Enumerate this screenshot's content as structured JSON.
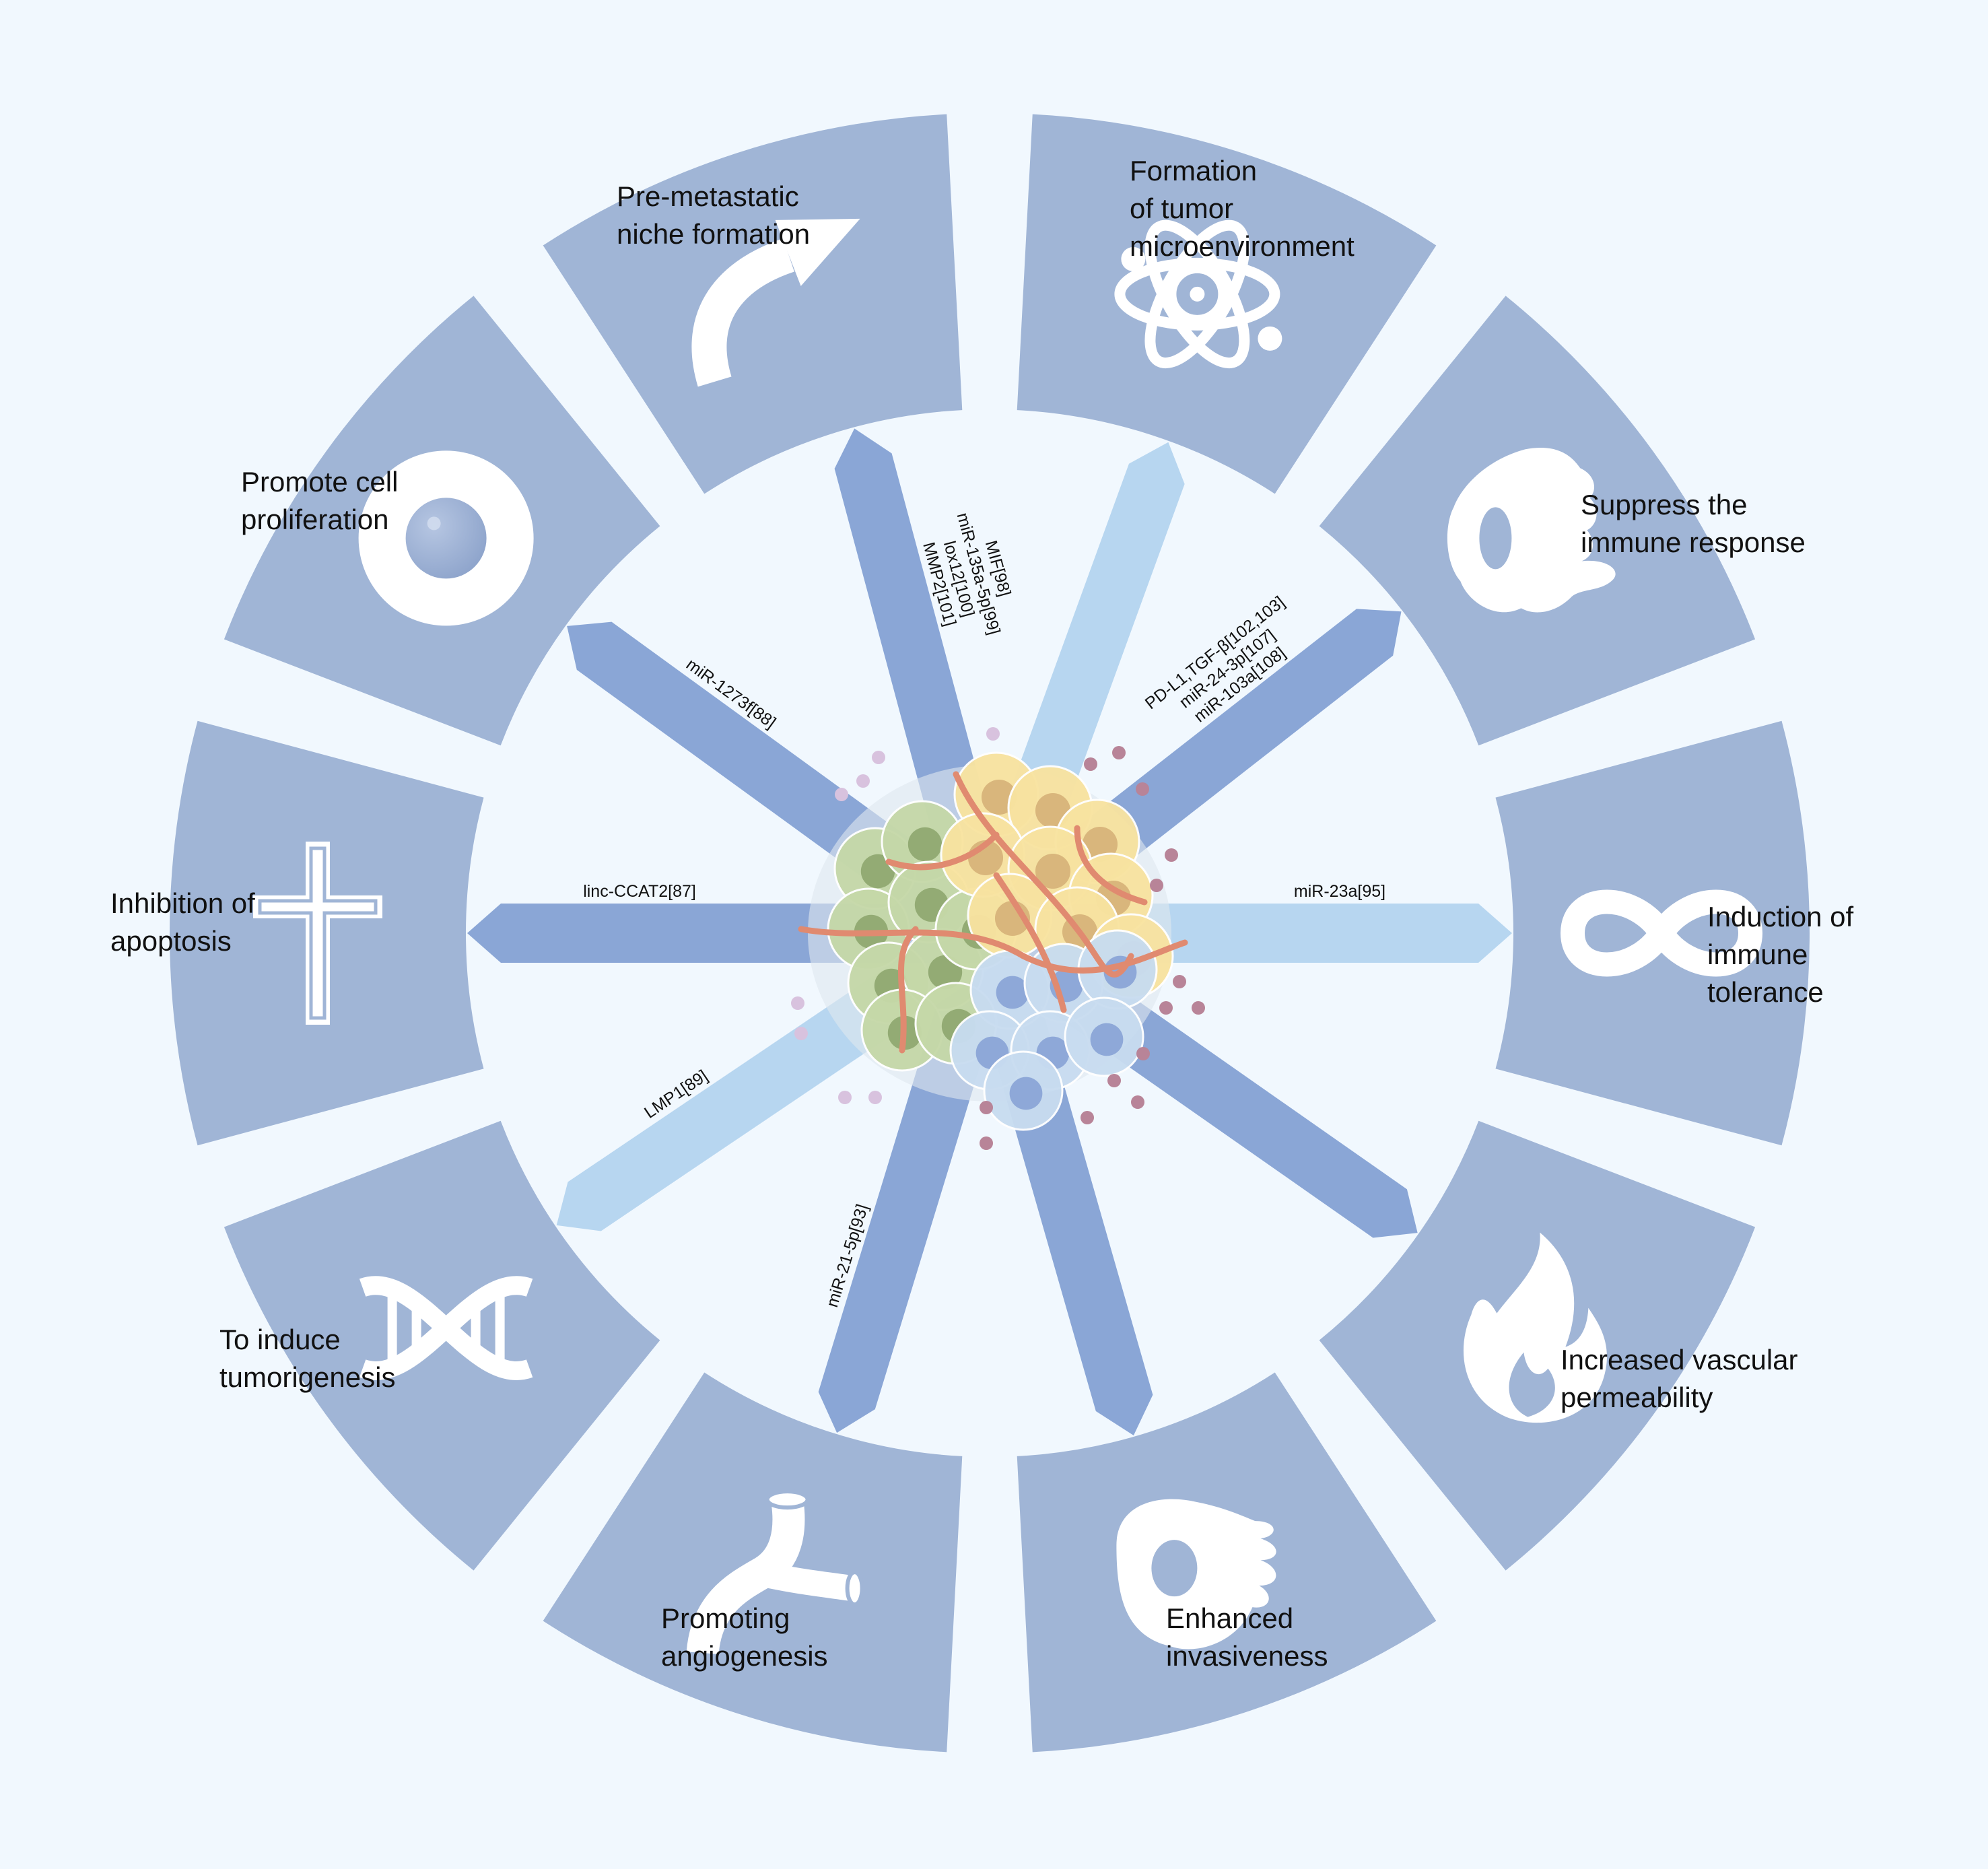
{
  "colors": {
    "background": "#f1f8fe",
    "segment": "#a0b5d6",
    "icon": "#ffffff",
    "arrow_dark": "#8aa6d6",
    "arrow_light": "#b7d6f0",
    "cell_green": "#c5d8a8",
    "cell_green_nucleus": "#93ab74",
    "cell_yellow": "#f8e3a0",
    "cell_yellow_nucleus": "#d9b67c",
    "cell_blue": "#c8dcf0",
    "cell_blue_nucleus": "#8ea8d8",
    "vessel": "#e08a70",
    "vesicle_light": "#d8c2de",
    "vesicle_dark": "#b88498"
  },
  "segments": [
    {
      "key": "formation-tme",
      "label": "Formation\nof tumor\nmicroenvironment",
      "icon": "atom-icon"
    },
    {
      "key": "suppress-immune",
      "label": "Suppress the\nimmune response",
      "icon": "macrophage-icon"
    },
    {
      "key": "immune-tolerance",
      "label": "Induction of\nimmune\ntolerance",
      "icon": "infinity-icon"
    },
    {
      "key": "vascular-permeability",
      "label": "Increased vascular\npermeability",
      "icon": "flame-icon"
    },
    {
      "key": "invasiveness",
      "label": "Enhanced\ninvasiveness",
      "icon": "invading-cell-icon"
    },
    {
      "key": "angiogenesis",
      "label": "Promoting\nangiogenesis",
      "icon": "blood-vessel-icon"
    },
    {
      "key": "tumorigenesis",
      "label": "To induce\ntumorigenesis",
      "icon": "dna-icon"
    },
    {
      "key": "apoptosis",
      "label": "Inhibition of\napoptosis",
      "icon": "cross-icon"
    },
    {
      "key": "proliferation",
      "label": "Promote cell\nproliferation",
      "icon": "cell-ring-icon"
    },
    {
      "key": "pre-metastatic",
      "label": "Pre-metastatic\nniche formation",
      "icon": "curved-arrow-icon"
    }
  ],
  "arrows": [
    {
      "key": "pre-metastatic",
      "tone": "dark",
      "lines": [
        "MIF[98]",
        "miR-135a-5p[99]",
        "lox12[100]",
        "MMP2[101]"
      ]
    },
    {
      "key": "formation-tme",
      "tone": "light",
      "lines": []
    },
    {
      "key": "suppress-immune",
      "tone": "dark",
      "lines": [
        "PD-L1,TGF-β[102,103]",
        "miR-24-3p[107]",
        "miR-103a[108]"
      ]
    },
    {
      "key": "immune-tolerance",
      "tone": "light",
      "lines": [
        "miR-23a[95]"
      ]
    },
    {
      "key": "vascular-permeability",
      "tone": "dark",
      "lines": []
    },
    {
      "key": "invasiveness",
      "tone": "dark",
      "lines": []
    },
    {
      "key": "angiogenesis",
      "tone": "dark",
      "lines": [
        "miR-21-5p[93]"
      ]
    },
    {
      "key": "tumorigenesis",
      "tone": "light",
      "lines": [
        "LMP1[89]"
      ]
    },
    {
      "key": "apoptosis",
      "tone": "dark",
      "lines": [
        "linc-CCAT2[87]"
      ]
    },
    {
      "key": "proliferation",
      "tone": "dark",
      "lines": [
        "miR-1273f[88]"
      ]
    }
  ]
}
